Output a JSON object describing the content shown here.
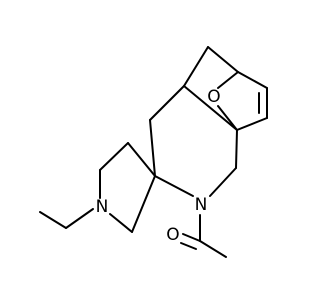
{
  "molecule": {
    "atoms": {
      "oxygen_bridge": "O",
      "nitrogen_ring": "N",
      "nitrogen_piperidine": "N",
      "oxygen_carbonyl": "O"
    }
  },
  "colors": {
    "background": "#ffffff",
    "bond": "#000000",
    "label": "#000000"
  }
}
